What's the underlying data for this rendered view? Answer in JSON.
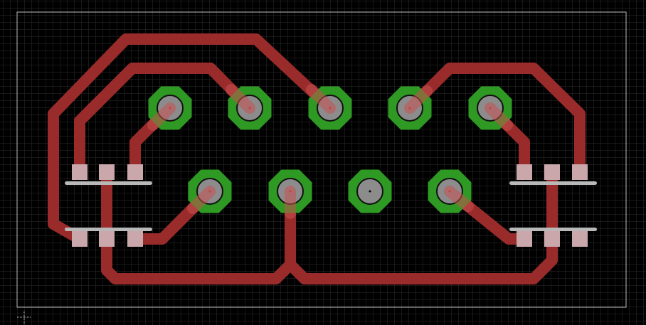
{
  "colors": {
    "background": "#000000",
    "grid": "#2e2e2e",
    "outline": "#bcbcbc",
    "trace": "#9a2b2b",
    "pad_ring": "#2f9a23",
    "pad_hole": "#8c8c8c",
    "smd_pad": "#c9a7ab",
    "silk": "#b8b8b8"
  },
  "icons": {
    "origin_marker": "crosshair-icon"
  },
  "pcb": {
    "top_header_pins": 5,
    "bottom_header_pins": 4,
    "smd_footprints": 2,
    "pins_per_smd_row": 3
  }
}
